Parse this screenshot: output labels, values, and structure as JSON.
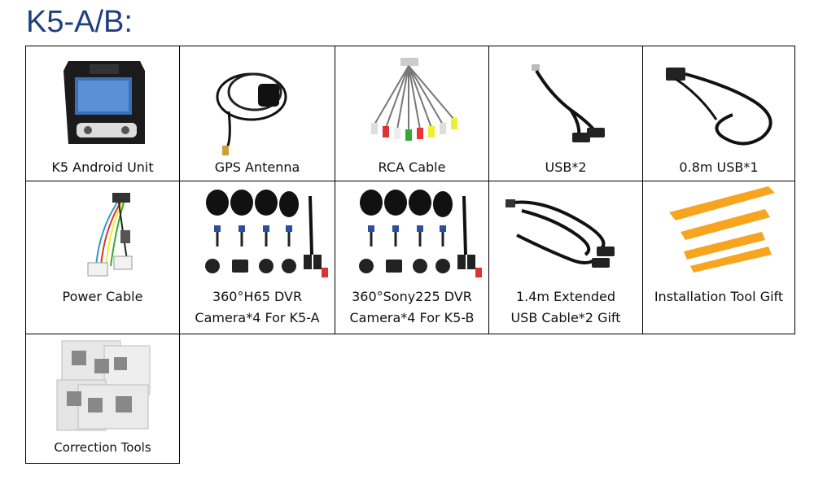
{
  "title": "K5-A/B:",
  "items": [
    {
      "label": "K5 Android Unit",
      "icon": "android-head-unit-icon"
    },
    {
      "label": "GPS Antenna",
      "icon": "gps-antenna-icon"
    },
    {
      "label": "RCA Cable",
      "icon": "rca-cable-icon"
    },
    {
      "label": "USB*2",
      "icon": "usb-cable-icon"
    },
    {
      "label": "0.8m USB*1",
      "icon": "usb-extension-cable-icon"
    },
    {
      "label": "Power Cable",
      "icon": "power-harness-icon"
    },
    {
      "label_line1": "360°H65 DVR",
      "label_line2": "Camera*4 For K5-A",
      "icon": "camera-kit-icon"
    },
    {
      "label_line1": "360°Sony225 DVR",
      "label_line2": "Camera*4 For K5-B",
      "icon": "camera-kit-icon"
    },
    {
      "label_line1": "1.4m Extended",
      "label_line2": "USB Cable*2 Gift",
      "icon": "usb-extended-cable-icon"
    },
    {
      "label": "Installation Tool Gift",
      "icon": "pry-tool-icon"
    },
    {
      "label": "Correction Tools",
      "icon": "calibration-cloth-icon"
    }
  ]
}
